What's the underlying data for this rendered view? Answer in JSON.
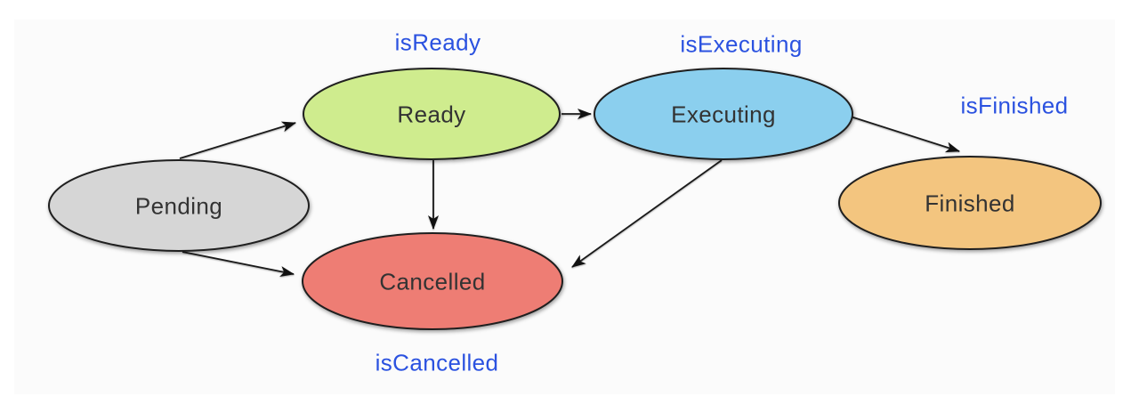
{
  "diagram": {
    "states": {
      "pending": {
        "label": "Pending",
        "fill": "#d6d6d6"
      },
      "ready": {
        "label": "Ready",
        "fill": "#cfec8e"
      },
      "executing": {
        "label": "Executing",
        "fill": "#8bcfee"
      },
      "cancelled": {
        "label": "Cancelled",
        "fill": "#ee7d74"
      },
      "finished": {
        "label": "Finished",
        "fill": "#f3c57f"
      }
    },
    "conditions": {
      "isReady": {
        "label": "isReady"
      },
      "isExecuting": {
        "label": "isExecuting"
      },
      "isFinished": {
        "label": "isFinished"
      },
      "isCancelled": {
        "label": "isCancelled"
      }
    },
    "transitions": [
      {
        "from": "Pending",
        "to": "Ready"
      },
      {
        "from": "Pending",
        "to": "Cancelled"
      },
      {
        "from": "Ready",
        "to": "Executing"
      },
      {
        "from": "Ready",
        "to": "Cancelled"
      },
      {
        "from": "Executing",
        "to": "Cancelled"
      },
      {
        "from": "Executing",
        "to": "Finished"
      }
    ],
    "colors": {
      "condition_text": "#2b52e0",
      "state_text": "#333333",
      "node_outline": "#1f1f1f",
      "arrow": "#1a1a1a",
      "canvas_bg": "#fbfbfb"
    }
  }
}
